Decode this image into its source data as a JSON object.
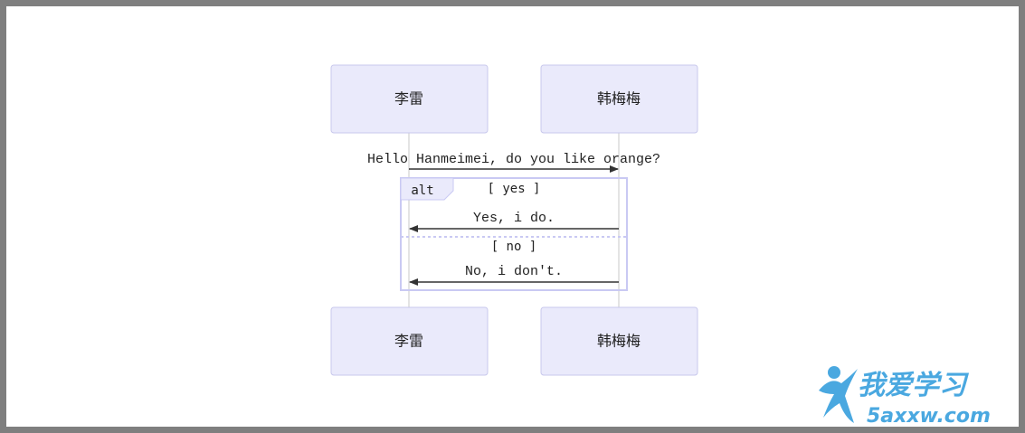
{
  "participants": [
    {
      "id": "lilei",
      "label": "李雷"
    },
    {
      "id": "hanmeimei",
      "label": "韩梅梅"
    }
  ],
  "messages": [
    {
      "from": "李雷",
      "to": "韩梅梅",
      "text": "Hello Hanmeimei, do you like orange?"
    },
    {
      "from": "韩梅梅",
      "to": "李雷",
      "text": "Yes, i do."
    },
    {
      "from": "韩梅梅",
      "to": "李雷",
      "text": "No, i don't."
    }
  ],
  "alt_block": {
    "label": "alt",
    "conditions": [
      "[ yes ]",
      "[ no ]"
    ]
  },
  "watermark": {
    "text": "我爱学习",
    "url": "5axxw.com"
  },
  "colors": {
    "actor_fill": "#eaeafb",
    "actor_stroke": "#c8c8ec",
    "lifeline": "#c8c8c8",
    "arrow": "#333333",
    "alt_border": "#c9c9f3",
    "frame_border": "#7f7f7f",
    "watermark_blue": "#4aa8e0"
  }
}
